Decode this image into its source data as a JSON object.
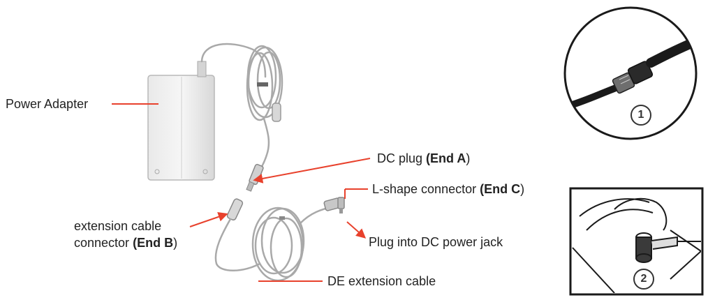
{
  "labels": {
    "power_adapter": "Power Adapter",
    "dc_plug": "DC plug",
    "dc_plug_end": "(End A",
    "dc_plug_close": ")",
    "l_shape": "L-shape connector",
    "l_shape_end": "(End C",
    "l_shape_close": ")",
    "ext_connector_line1": "extension cable",
    "ext_connector_line2": "connector",
    "ext_connector_end": "(End B",
    "ext_connector_close": ")",
    "plug_into": "Plug into DC power jack",
    "de_cable": "DE extension cable"
  },
  "insets": {
    "step1": "1",
    "step2": "2"
  },
  "colors": {
    "leader": "#e8412c",
    "cable": "#a9a9a9",
    "text": "#222222"
  }
}
